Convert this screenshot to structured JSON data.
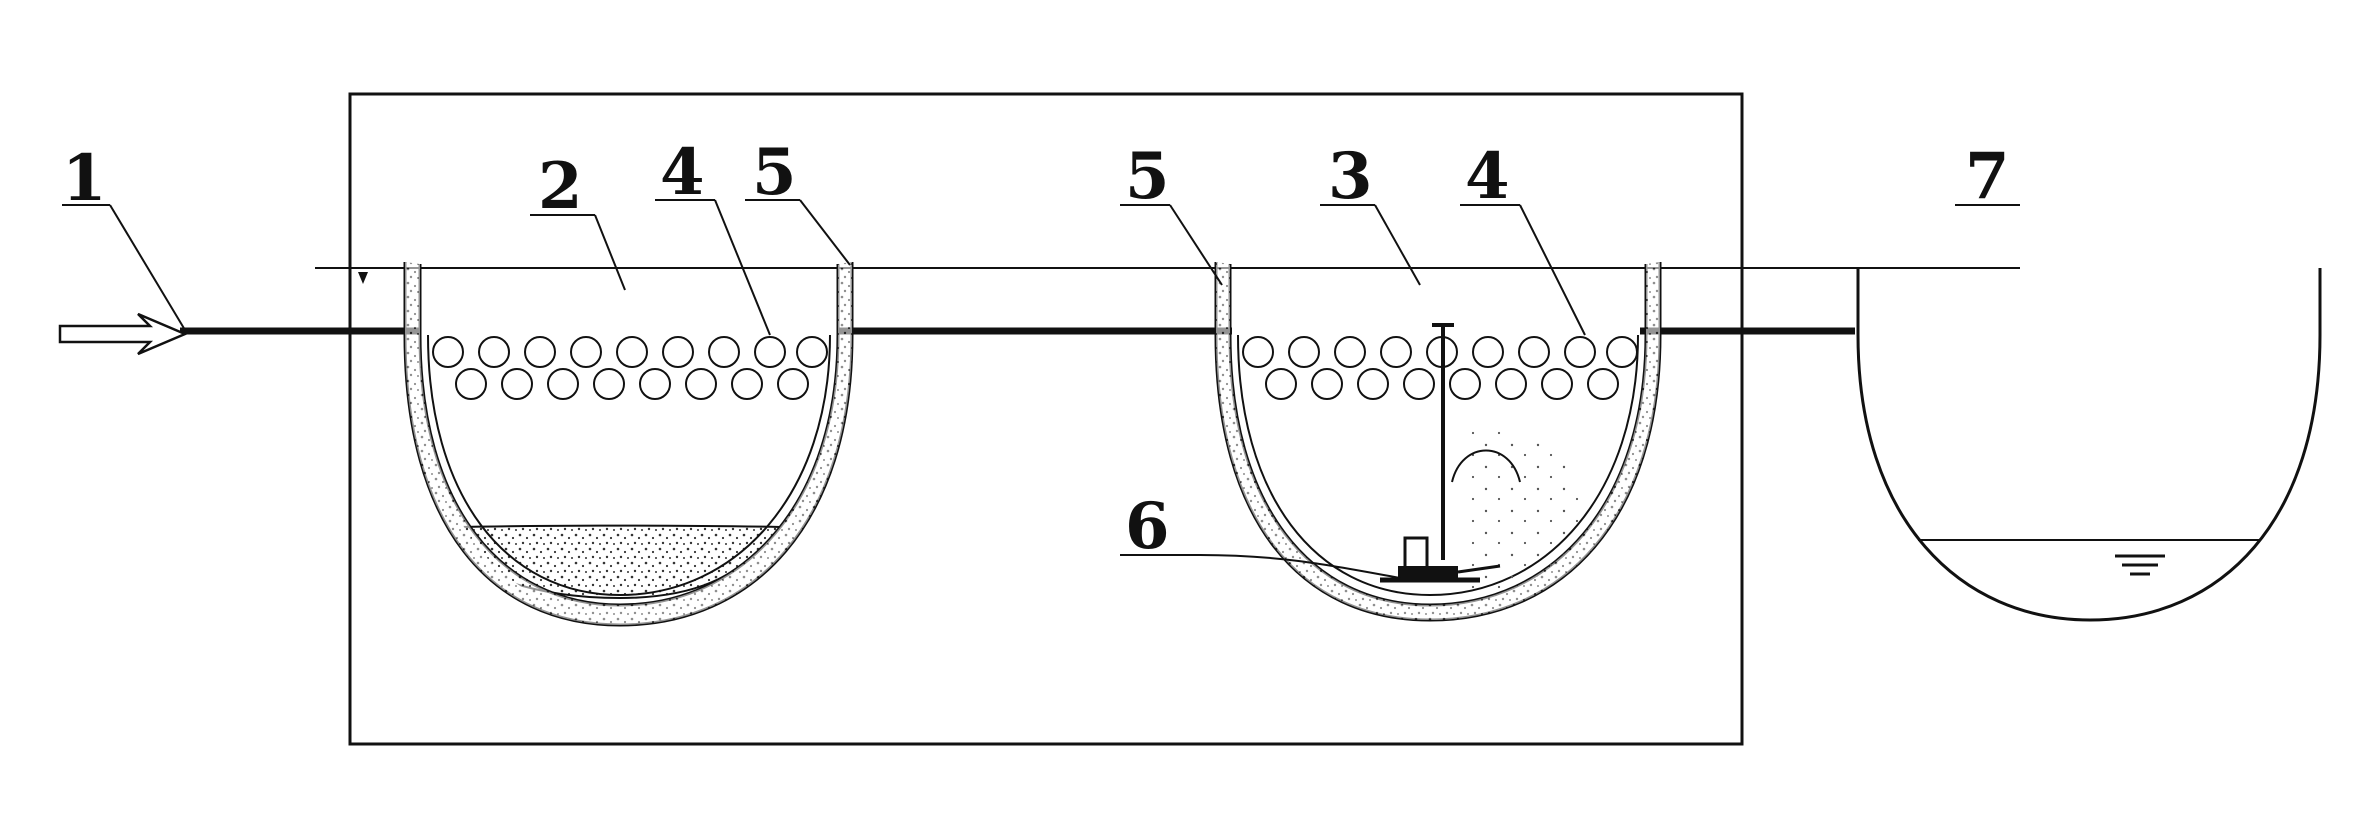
{
  "labels": {
    "l1": "1",
    "l2": "2",
    "l3": "3",
    "l4a": "4",
    "l4b": "4",
    "l5a": "5",
    "l5b": "5",
    "l6": "6",
    "l7": "7"
  }
}
